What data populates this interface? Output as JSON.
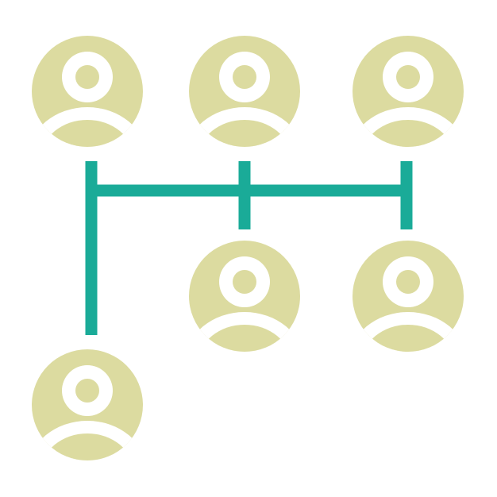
{
  "colors": {
    "node_fill": "#dcdba0",
    "node_cutout": "#ffffff",
    "connector": "#1aab98",
    "background": "#ffffff"
  },
  "nodes": [
    {
      "id": "user-1",
      "icon": "user-avatar-icon"
    },
    {
      "id": "user-2",
      "icon": "user-avatar-icon"
    },
    {
      "id": "user-3",
      "icon": "user-avatar-icon"
    },
    {
      "id": "user-4",
      "icon": "user-avatar-icon"
    },
    {
      "id": "user-5",
      "icon": "user-avatar-icon"
    },
    {
      "id": "user-6",
      "icon": "user-avatar-icon"
    }
  ],
  "connections": [
    {
      "from": "user-1",
      "to": "user-2"
    },
    {
      "from": "user-2",
      "to": "user-3"
    },
    {
      "from": "user-2",
      "to": "user-4"
    },
    {
      "from": "user-3",
      "to": "user-5"
    },
    {
      "from": "user-1",
      "to": "user-6"
    }
  ]
}
